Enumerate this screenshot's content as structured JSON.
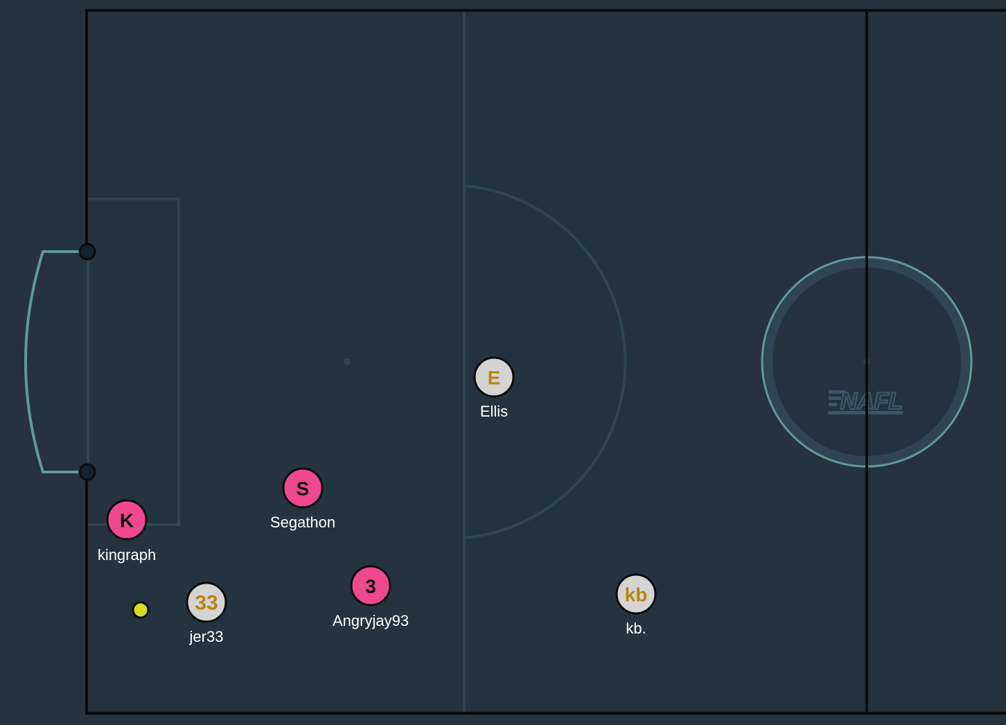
{
  "pitch": {
    "background_color": "#24333d",
    "line_color": "#2f4552",
    "boundary_color": "#0b0b0b",
    "goal_color": "#5f9a94",
    "post_color": "#12212c",
    "logo_text": "NAFL"
  },
  "teams": {
    "red": {
      "fill": "#f0488e",
      "text_color": "#0b0b0b"
    },
    "blue": {
      "fill": "#d4d4d4",
      "text_color": "#b8860b"
    }
  },
  "ball": {
    "color": "#d6dc1e"
  },
  "players": [
    {
      "name": "kingraph",
      "avatar": "K",
      "team": "red"
    },
    {
      "name": "Segathon",
      "avatar": "S",
      "team": "red"
    },
    {
      "name": "Angryjay93",
      "avatar": "3",
      "team": "red"
    },
    {
      "name": "jer33",
      "avatar": "33",
      "team": "blue"
    },
    {
      "name": "Ellis",
      "avatar": "E",
      "team": "blue"
    },
    {
      "name": "kb.",
      "avatar": "kb",
      "team": "blue"
    }
  ]
}
